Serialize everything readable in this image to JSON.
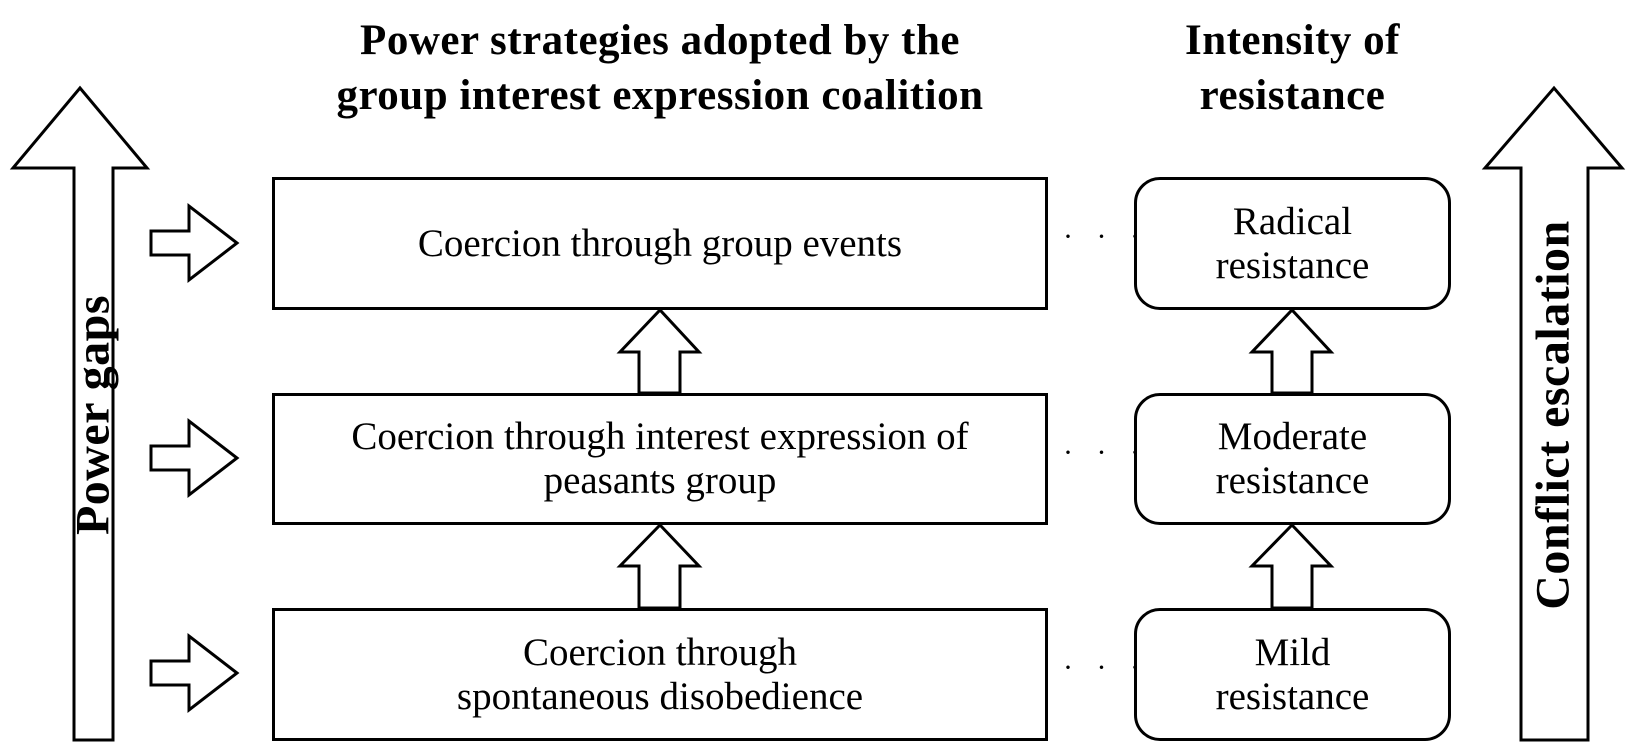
{
  "headings": {
    "strategies": "Power strategies adopted by the\ngroup interest expression coalition",
    "intensity": "Intensity of\nresistance"
  },
  "side_labels": {
    "left": "Power gaps",
    "right": "Conflict escalation"
  },
  "strategies": [
    "Coercion through group events",
    "Coercion through interest expression of\npeasants group",
    "Coercion through\nspontaneous disobedience"
  ],
  "intensities": [
    "Radical\nresistance",
    "Moderate\nresistance",
    "Mild\nresistance"
  ],
  "connector": "· · ·"
}
